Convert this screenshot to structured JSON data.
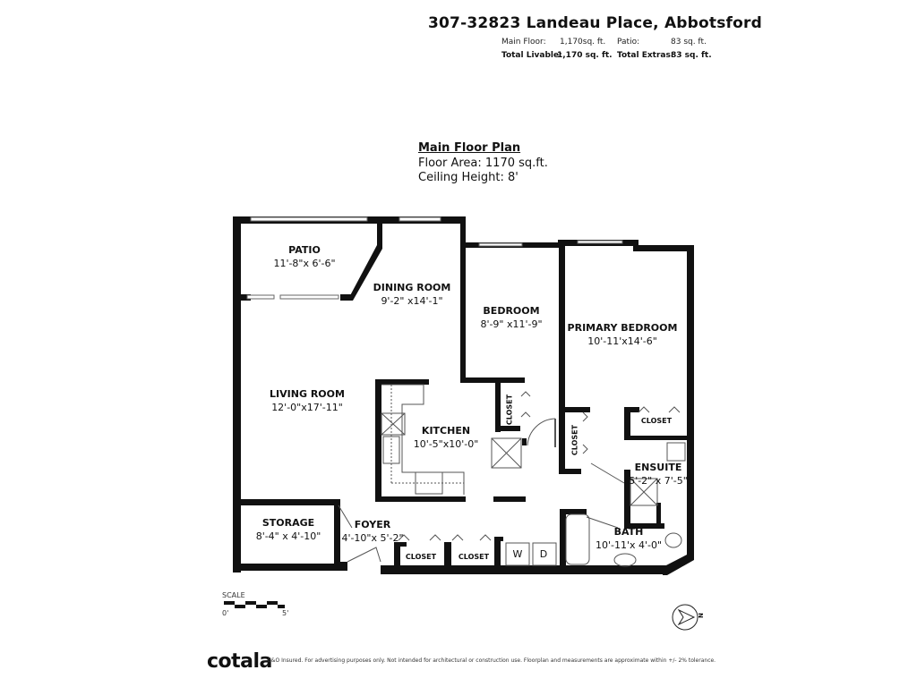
{
  "header": {
    "address": "307-32823 Landeau Place, Abbotsford",
    "main_floor_label": "Main Floor:",
    "main_floor_value": "1,170sq. ft.",
    "patio_label": "Patio:",
    "patio_value": "83 sq. ft.",
    "total_livable_label": "Total Livable:",
    "total_livable_value": "1,170 sq. ft.",
    "total_extras_label": "Total Extras:",
    "total_extras_value": "83 sq. ft."
  },
  "plan": {
    "heading": "Main Floor Plan",
    "floor_area": "Floor Area: 1170 sq.ft.",
    "ceiling_height": "Ceiling Height: 8'"
  },
  "rooms": {
    "patio": {
      "name": "PATIO",
      "dims": "11'-8\"x  6'-6\""
    },
    "dining": {
      "name": "DINING ROOM",
      "dims": "9'-2\" x14'-1\""
    },
    "bedroom": {
      "name": "BEDROOM",
      "dims": "8'-9\" x11'-9\""
    },
    "primary": {
      "name": "PRIMARY BEDROOM",
      "dims": "10'-11'x14'-6\""
    },
    "living": {
      "name": "LIVING ROOM",
      "dims": "12'-0\"x17'-11\""
    },
    "kitchen": {
      "name": "KITCHEN",
      "dims": "10'-5\"x10'-0\""
    },
    "ensuite": {
      "name": "ENSUITE",
      "dims": "5'-2\" x 7'-5\""
    },
    "storage": {
      "name": "STORAGE",
      "dims": "8'-4\" x 4'-10\""
    },
    "foyer": {
      "name": "FOYER",
      "dims": "4'-10\"x 5'-2\""
    },
    "bath": {
      "name": "BATH",
      "dims": "10'-11'x 4'-0\""
    },
    "closet": "CLOSET",
    "washer": "W",
    "dryer": "D"
  },
  "scale": {
    "label": "SCALE",
    "start": "0'",
    "end": "5'"
  },
  "compass": {
    "letter": "N"
  },
  "footer": {
    "logo": "cotala",
    "disclaimer": "E&O Insured. For advertising purposes only. Not intended for architectural or construction use. Floorplan and measurements are approximate within +/- 2% tolerance."
  }
}
